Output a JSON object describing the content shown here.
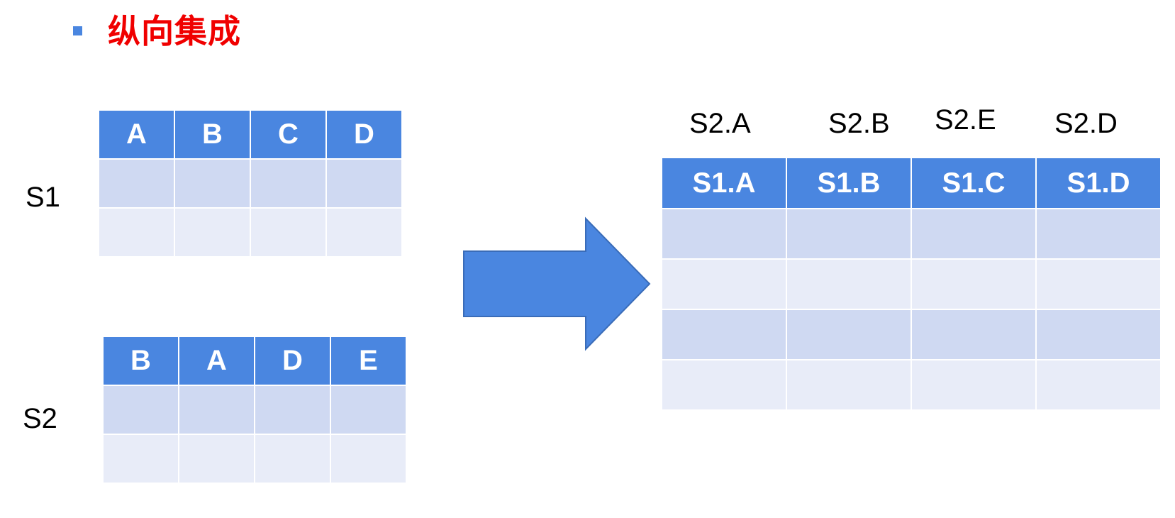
{
  "heading": {
    "title": "纵向集成"
  },
  "s1": {
    "label": "S1",
    "columns": [
      "A",
      "B",
      "C",
      "D"
    ],
    "row_count": 2
  },
  "s2": {
    "label": "S2",
    "columns": [
      "B",
      "A",
      "D",
      "E"
    ],
    "row_count": 2
  },
  "result": {
    "mapped_labels": [
      "S2.A",
      "S2.B",
      "S2.E",
      "S2.D"
    ],
    "columns": [
      "S1.A",
      "S1.B",
      "S1.C",
      "S1.D"
    ],
    "row_count": 4
  },
  "colors": {
    "header_blue": "#4a86e0",
    "row_dark": "#cfd9f2",
    "row_light": "#e8ecf8",
    "title_red": "#f00000",
    "arrow_fill": "#4a86e0",
    "arrow_stroke": "#3a6cb8"
  },
  "icons": {
    "bullet": "square-bullet-icon",
    "arrow": "right-arrow-icon"
  }
}
